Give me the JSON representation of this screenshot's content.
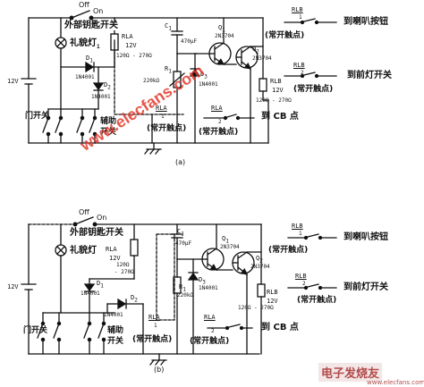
{
  "watermark": {
    "site": "www.elecfans.com",
    "brand": "电子发烧友",
    "url": "www.elecfans.com"
  },
  "circuit_a": {
    "caption": "(a)",
    "off_label": "Off",
    "on_label": "On",
    "ext_switch": "外部钥匙开关",
    "lamp_label": "礼貌灯",
    "lamp_sub": "1",
    "battery": "12V",
    "door_switch": "门开关",
    "aux_switch_1": "辅助",
    "aux_switch_2": "开关",
    "d1": "D",
    "d1_sub": "1",
    "d1_part": "1N4001",
    "d2": "D",
    "d2_sub": "2",
    "d2_part": "1N4001",
    "rla": "RLA",
    "rla_v": "12V",
    "rla_ohm": "120Ω - 270Ω",
    "c1": "C",
    "c1_sub": "1",
    "c1_val": "470μF",
    "r1": "R",
    "r1_sub": "1",
    "r1_val": "220kΩ",
    "d3": "D",
    "d3_sub": "3",
    "d3_part": "1N4001",
    "q1": "Q",
    "q1_sub": "1",
    "q1_part": "2N3704",
    "q2": "Q",
    "q2_sub": "2",
    "q2_part": "2N3704",
    "rlb": "RLB",
    "rlb_v": "12V",
    "rlb_ohm": "120Ω - 270Ω",
    "out1_rel": "RLB",
    "out1_idx": "1",
    "out1_to": "到喇叭按钮",
    "out1_note": "(常开触点)",
    "out2_rel": "RLB",
    "out2_idx": "2",
    "out2_to": "到前灯开关",
    "out2_note": "(常开触点)",
    "out3_rel": "RLA",
    "out3_idx": "1",
    "out3_note": "(常开触点)",
    "out4_rel": "RLA",
    "out4_idx": "2",
    "out4_to": "到 CB 点",
    "out4_note": "(常开触点)"
  },
  "circuit_b": {
    "caption": "(b)",
    "off_label": "Off",
    "on_label": "On",
    "ext_switch": "外部钥匙开关",
    "lamp_label": "礼貌灯",
    "battery": "12V",
    "door_switch": "门开关",
    "aux_switch_1": "辅助",
    "aux_switch_2": "开关",
    "rla": "RLA",
    "rla_v": "12V",
    "rla_ohm_1": "120Ω",
    "rla_ohm_2": "- 270Ω",
    "d1": "D",
    "d1_sub": "1",
    "d1_part": "1N4001",
    "d2": "D",
    "d2_sub": "2",
    "d2_part": "1N4001",
    "c1": "C",
    "c1_sub": "1",
    "c1_val": "470μF",
    "r1": "R",
    "r1_sub": "1",
    "r1_val": "220kΩ",
    "d3": "D",
    "d3_sub": "3",
    "d3_part": "1N4001",
    "q1": "Q",
    "q1_sub": "1",
    "q1_part": "2N3704",
    "q2": "Q",
    "q2_sub": "2",
    "q2_part": "2N3704",
    "rlb": "RLB",
    "rlb_v": "12V",
    "rlb_ohm": "120Ω - 270Ω",
    "out1_rel": "RLB",
    "out1_idx": "1",
    "out1_to": "到喇叭按钮",
    "out1_note": "(常开触点)",
    "out2_rel": "RLB",
    "out2_idx": "2",
    "out2_to": "到前灯开关",
    "out2_note": "(常开触点)",
    "out3_rel": "RLA",
    "out3_idx": "1",
    "out3_note": "(常开触点)",
    "out4_rel": "RLA",
    "out4_idx": "2",
    "out4_to": "到 CB 点",
    "out4_note": "(常开触点)"
  }
}
